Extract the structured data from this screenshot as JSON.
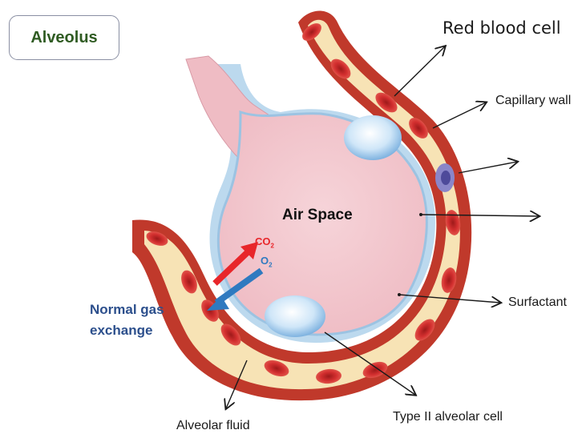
{
  "title": "Alveolus",
  "labels": {
    "red_blood_cell": "Red blood cell",
    "capillary_wall": "Capillary wall",
    "air_space": "Air Space",
    "normal_gas_exchange": "Normal gas exchange",
    "surfactant": "Surfactant",
    "alveolar_fluid": "Alveolar fluid",
    "type_ii_alveolar_cell": "Type II alveolar cell"
  },
  "gases": {
    "co2": {
      "symbol": "CO",
      "subscript": "2"
    },
    "o2": {
      "symbol": "O",
      "subscript": "2"
    }
  },
  "colors": {
    "title_text": "#2f5b22",
    "gas_exchange_text": "#2c4f8c",
    "co2_arrow": "#e8262a",
    "o2_arrow": "#2f7ac0",
    "capillary_outer": "#c0392b",
    "capillary_inner": "#f7e3b5",
    "red_blood_cell": "#c62828",
    "air_space": "#f2c6cd",
    "epithelium": "#bcd9ee",
    "alveolar_cell": "#d7ecfb"
  }
}
